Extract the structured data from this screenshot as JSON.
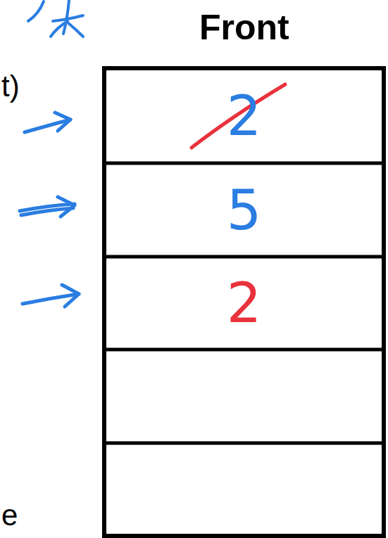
{
  "diagram": {
    "nodes": [
      {
        "text": [
          "2"
        ]
      },
      {
        "text": [
          "5"
        ]
      },
      {
        "text": [
          "2"
        ]
      }
    ],
    "labels": [
      "Front",
      "t)",
      "e"
    ]
  }
}
